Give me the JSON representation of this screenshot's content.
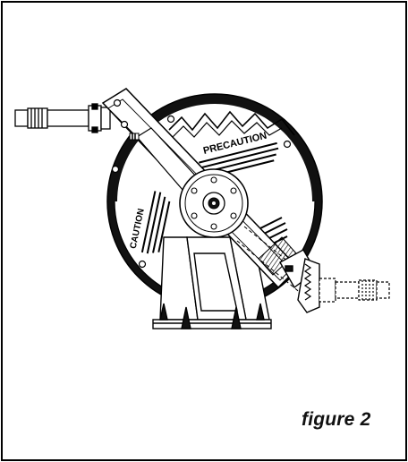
{
  "figure": {
    "caption": "figure 2",
    "label_precaution": "PRECAUTION",
    "label_caution": "CAUTION",
    "colors": {
      "ink": "#000000",
      "fill_dark": "#111111",
      "paper": "#ffffff"
    }
  }
}
